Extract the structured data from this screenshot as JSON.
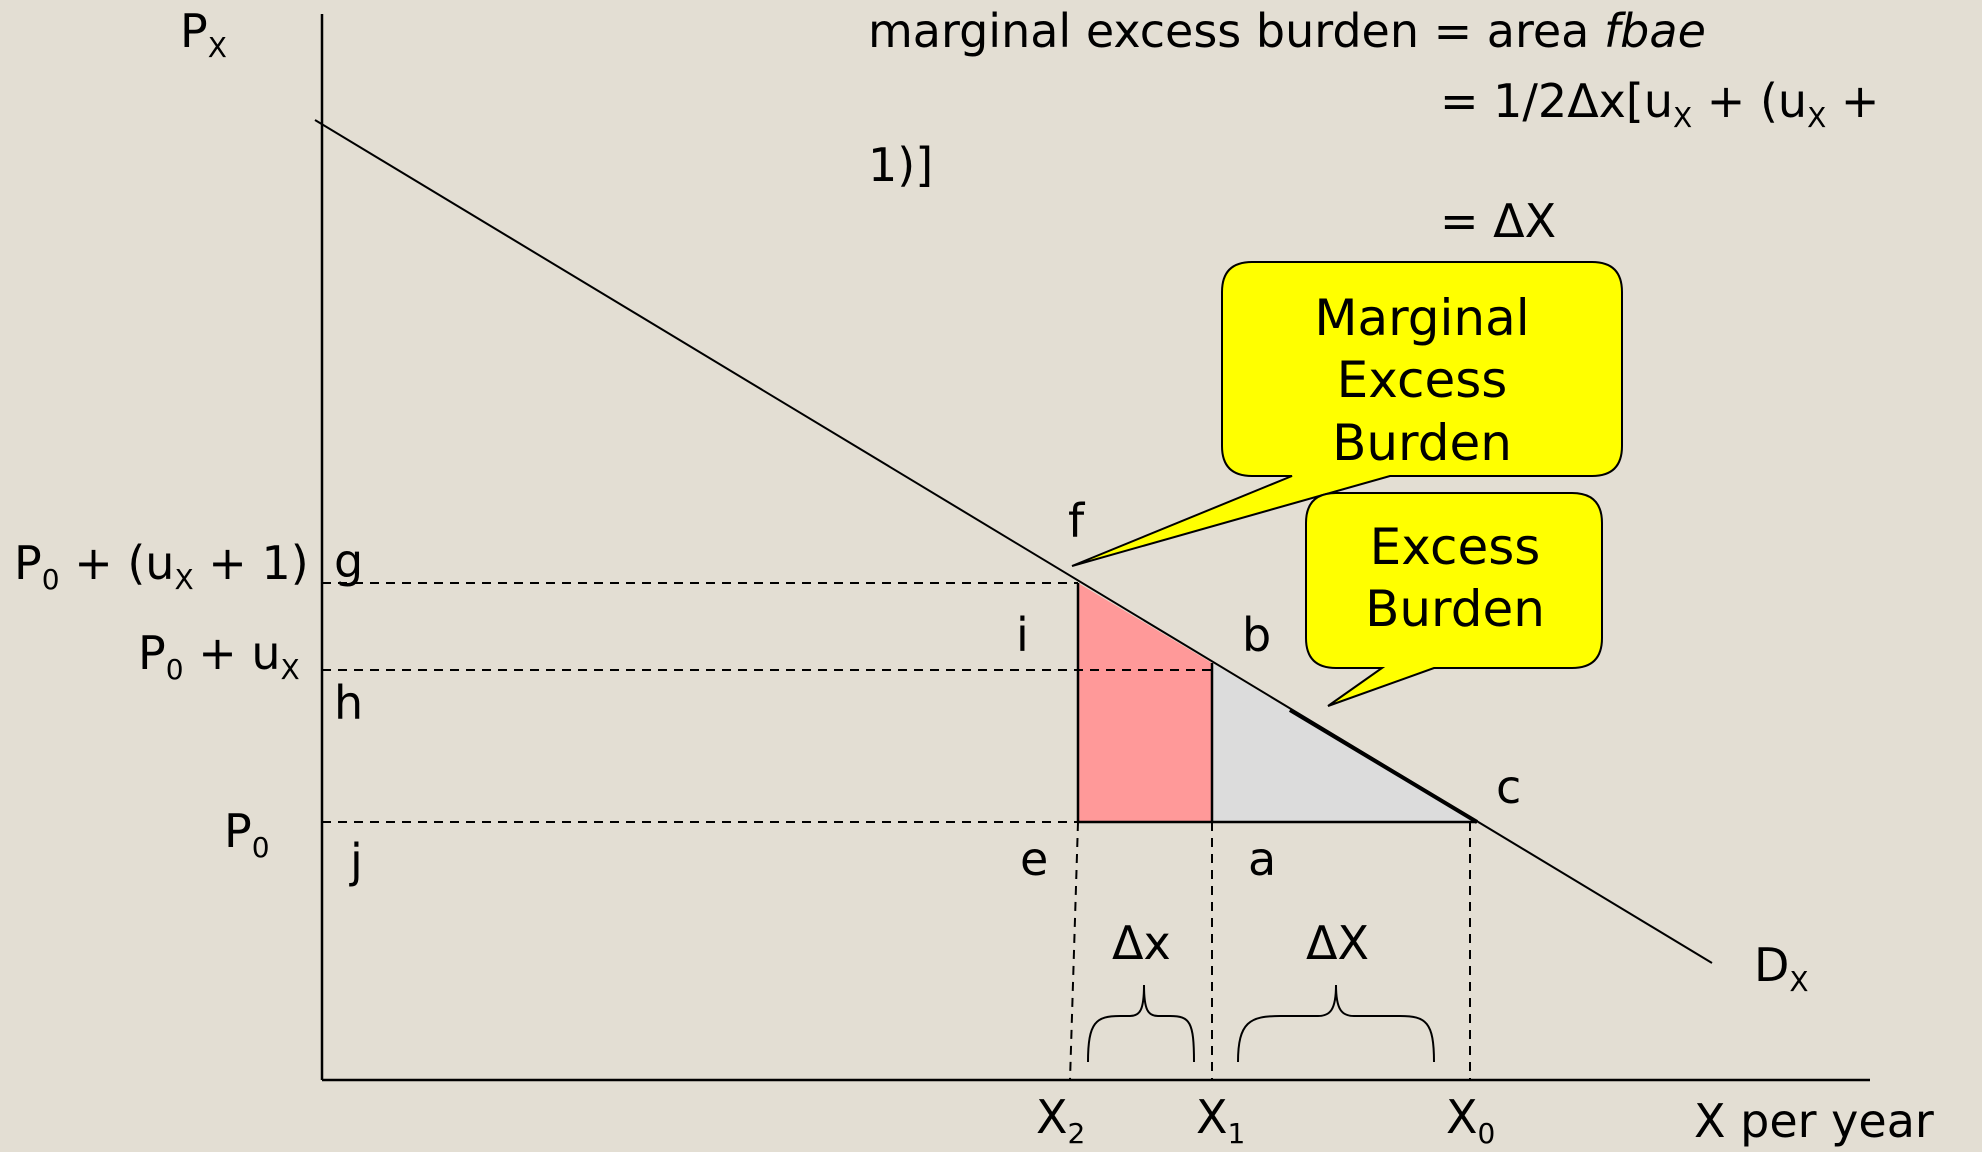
{
  "axes": {
    "y_label": "P",
    "y_label_sub": "X",
    "x_label": "X per year",
    "demand_label": "D",
    "demand_label_sub": "X"
  },
  "price_labels": {
    "high_prefix": "P",
    "high_prefix_sub": "0",
    "high_mid": " + (u",
    "high_mid_sub": "X",
    "high_suffix": " + 1)",
    "mid_prefix": "P",
    "mid_prefix_sub": "0",
    "mid_mid": " + u",
    "mid_mid_sub": "X",
    "low": "P",
    "low_sub": "0"
  },
  "quantity_labels": {
    "x2": "X",
    "x2_sub": "2",
    "x1": "X",
    "x1_sub": "1",
    "x0": "X",
    "x0_sub": "0"
  },
  "points": {
    "f": "f",
    "g": "g",
    "h": "h",
    "i": "i",
    "b": "b",
    "c": "c",
    "j": "j",
    "e": "e",
    "a": "a"
  },
  "deltas": {
    "small": "Δx",
    "large": "ΔX"
  },
  "formula": {
    "line1": "marginal excess burden = area fbae",
    "line1_plain": "marginal excess burden = area ",
    "line1_italic": "fbae",
    "line2_prefix": "= 1/2Δx[u",
    "line2_sub1": "X",
    "line2_mid": " + (u",
    "line2_sub2": "X",
    "line2_suffix": " +",
    "line3": "1)]",
    "line4": "= ΔX"
  },
  "callouts": {
    "marginal": {
      "line1": "Marginal",
      "line2": "Excess",
      "line3": "Burden"
    },
    "excess": {
      "line1": "Excess",
      "line2": "Burden"
    }
  },
  "colors": {
    "background": "#e3ded3",
    "marginal_area": "#ff9999",
    "excess_area": "#dcdcdc",
    "callout_fill": "#ffff00",
    "line": "#000000"
  }
}
